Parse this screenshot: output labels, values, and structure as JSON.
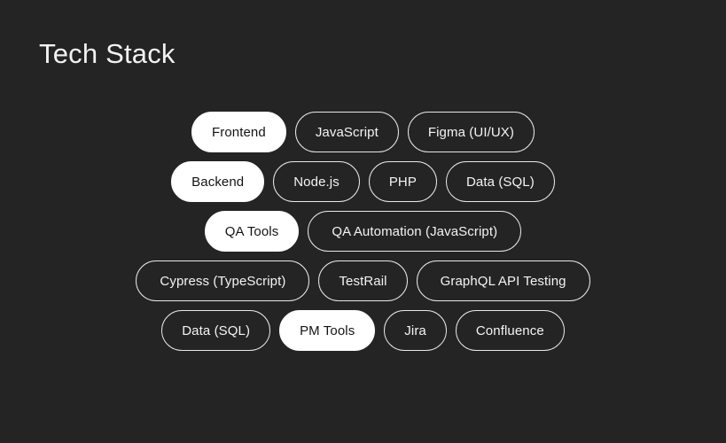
{
  "slide": {
    "title": "Tech Stack",
    "background_color": "#242424",
    "title_color": "#f2f2f2",
    "pill_outline_color": "#e8e8e8",
    "pill_filled_background": "#ffffff",
    "pill_filled_text_color": "#141414"
  },
  "rows": [
    {
      "pills": [
        {
          "label": "Frontend",
          "style": "filled"
        },
        {
          "label": "JavaScript",
          "style": "outline"
        },
        {
          "label": "Figma (UI/UX)",
          "style": "outline"
        }
      ]
    },
    {
      "pills": [
        {
          "label": "Backend",
          "style": "filled"
        },
        {
          "label": "Node.js",
          "style": "outline"
        },
        {
          "label": "PHP",
          "style": "outline"
        },
        {
          "label": "Data (SQL)",
          "style": "outline"
        }
      ]
    },
    {
      "pills": [
        {
          "label": "QA Tools",
          "style": "filled"
        },
        {
          "label": "QA Automation (JavaScript)",
          "style": "outline"
        }
      ]
    },
    {
      "pills": [
        {
          "label": "Cypress (TypeScript)",
          "style": "outline"
        },
        {
          "label": "TestRail",
          "style": "outline"
        },
        {
          "label": "GraphQL API Testing",
          "style": "outline"
        }
      ]
    },
    {
      "pills": [
        {
          "label": "Data (SQL)",
          "style": "outline"
        },
        {
          "label": "PM Tools",
          "style": "filled"
        },
        {
          "label": "Jira",
          "style": "outline"
        },
        {
          "label": "Confluence",
          "style": "outline"
        }
      ]
    }
  ]
}
